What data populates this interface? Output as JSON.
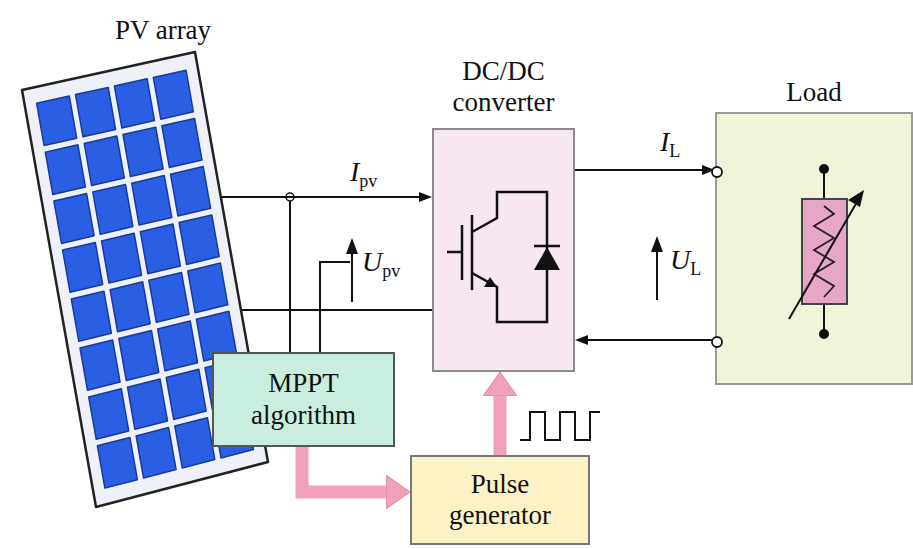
{
  "diagram": {
    "nodes": [
      {
        "text": [
          "PV array"
        ]
      },
      {
        "text": [
          "DC/DC converter"
        ]
      },
      {
        "text": [
          "Load"
        ]
      },
      {
        "text": [
          "MPPT algorithm"
        ]
      },
      {
        "text": [
          "Pulse generator"
        ]
      }
    ],
    "edges": [
      {
        "from": 0,
        "to": 1,
        "arrow": "to"
      },
      {
        "from": 0,
        "to": 1,
        "arrow": "none"
      },
      {
        "from": 1,
        "to": 2,
        "arrow": "to"
      },
      {
        "from": 2,
        "to": 1,
        "arrow": "to"
      },
      {
        "from": 3,
        "to": 4,
        "arrow": "to"
      },
      {
        "from": 4,
        "to": 1,
        "arrow": "to"
      }
    ],
    "labels": [
      "Ipv",
      "Upv",
      "IL",
      "UL"
    ]
  }
}
